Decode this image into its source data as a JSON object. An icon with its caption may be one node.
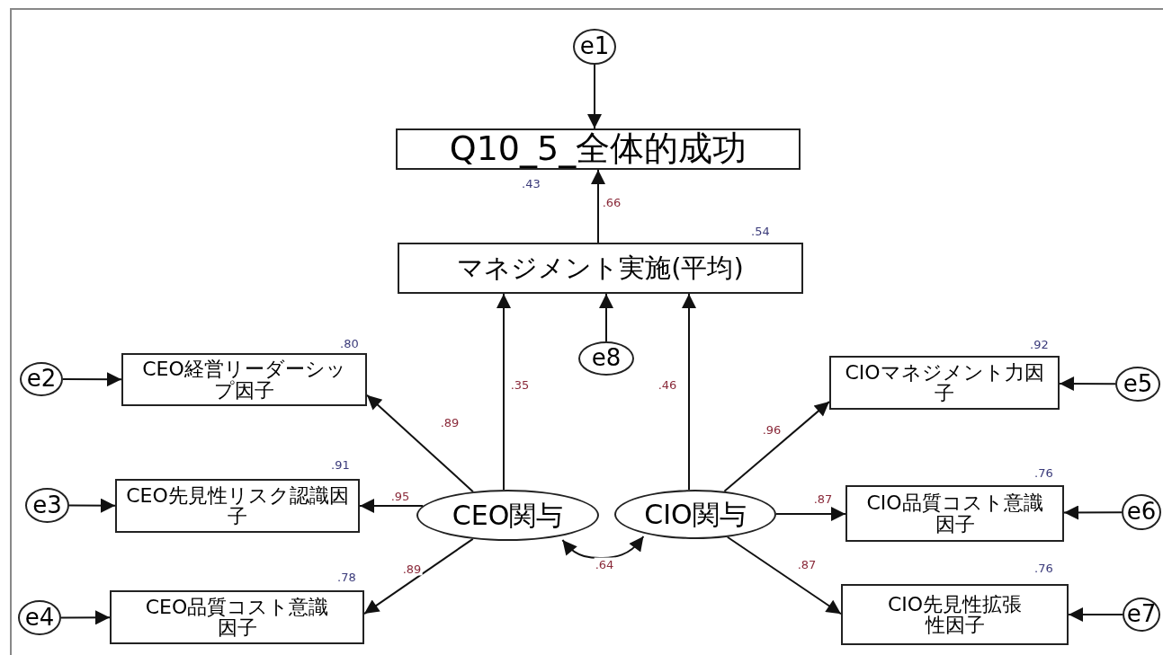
{
  "diagram": {
    "nodes": [
      {
        "text": [
          "e1"
        ]
      },
      {
        "text": [
          "Q10_5_全体的成功"
        ],
        "beside": [
          ".43"
        ]
      },
      {
        "text": [
          "マネジメント実施(平均)"
        ],
        "beside": [
          ".54"
        ]
      },
      {
        "text": [
          "e8"
        ]
      },
      {
        "text": [
          "e2"
        ]
      },
      {
        "text": [
          "CEO経営リーダーシップ因子"
        ],
        "beside": [
          ".80"
        ]
      },
      {
        "text": [
          "e3"
        ]
      },
      {
        "text": [
          "CEO先見性リスク認識因子"
        ],
        "beside": [
          ".91"
        ]
      },
      {
        "text": [
          "e4"
        ]
      },
      {
        "text": [
          "CEO品質コスト意識因子"
        ],
        "beside": [
          ".78"
        ]
      },
      {
        "text": [
          "CEO関与"
        ]
      },
      {
        "text": [
          "CIO関与"
        ]
      },
      {
        "text": [
          "CIOマネジメント力因子"
        ],
        "beside": [
          ".92"
        ]
      },
      {
        "text": [
          "e5"
        ]
      },
      {
        "text": [
          "CIO品質コスト意識因子"
        ],
        "beside": [
          ".76"
        ]
      },
      {
        "text": [
          "e6"
        ]
      },
      {
        "text": [
          "CIO先見性拡張性因子"
        ],
        "beside": [
          ".76"
        ]
      },
      {
        "text": [
          "e7"
        ]
      }
    ],
    "edges": [
      {
        "from": 0,
        "to": 1,
        "arrow": "to"
      },
      {
        "from": 2,
        "to": 1,
        "arrow": "to",
        "label": ".66"
      },
      {
        "from": 10,
        "to": 2,
        "arrow": "to",
        "label": ".35"
      },
      {
        "from": 3,
        "to": 2,
        "arrow": "to"
      },
      {
        "from": 11,
        "to": 2,
        "arrow": "to",
        "label": ".46"
      },
      {
        "from": 4,
        "to": 5,
        "arrow": "to"
      },
      {
        "from": 10,
        "to": 5,
        "arrow": "to",
        "label": ".89"
      },
      {
        "from": 6,
        "to": 7,
        "arrow": "to"
      },
      {
        "from": 10,
        "to": 7,
        "arrow": "to",
        "label": ".95"
      },
      {
        "from": 8,
        "to": 9,
        "arrow": "to"
      },
      {
        "from": 10,
        "to": 9,
        "arrow": "to",
        "label": ".89"
      },
      {
        "from": 10,
        "to": 11,
        "arrow": "both",
        "label": ".64"
      },
      {
        "from": 11,
        "to": 12,
        "arrow": "to",
        "label": ".96"
      },
      {
        "from": 13,
        "to": 12,
        "arrow": "to"
      },
      {
        "from": 11,
        "to": 14,
        "arrow": "to",
        "label": ".87"
      },
      {
        "from": 15,
        "to": 14,
        "arrow": "to"
      },
      {
        "from": 11,
        "to": 16,
        "arrow": "to",
        "label": ".87"
      },
      {
        "from": 17,
        "to": 16,
        "arrow": "to"
      }
    ]
  }
}
